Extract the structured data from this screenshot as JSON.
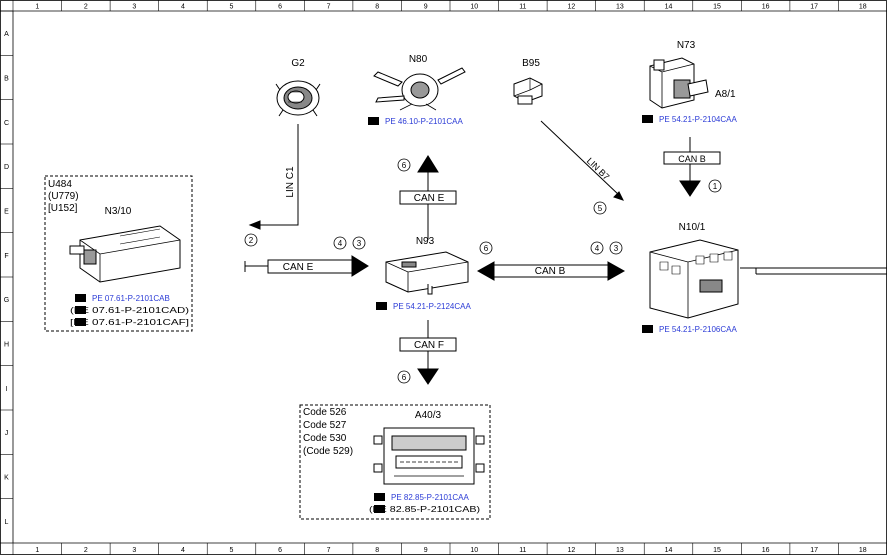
{
  "grid": {
    "cols": [
      "1",
      "2",
      "3",
      "4",
      "5",
      "6",
      "7",
      "8",
      "9",
      "10",
      "11",
      "12",
      "13",
      "14",
      "15",
      "16",
      "17",
      "18"
    ],
    "rows": [
      "A",
      "B",
      "C",
      "D",
      "E",
      "F",
      "G",
      "H",
      "I",
      "J",
      "K",
      "L"
    ]
  },
  "components": {
    "g2": {
      "label": "G2"
    },
    "n80": {
      "label": "N80",
      "ref": "PE 46.10-P-2101CAA"
    },
    "b95": {
      "label": "B95"
    },
    "n73": {
      "label": "N73",
      "sub": "A8/1",
      "ref": "PE 54.21-P-2104CAA"
    },
    "n3_10": {
      "label": "N3/10",
      "variants": [
        "U484",
        "(U779)",
        "[U152]"
      ],
      "refs": [
        "PE 07.61-P-2101CAB",
        "(PE 07.61-P-2101CAD)",
        "[PE 07.61-P-2101CAF]"
      ]
    },
    "n93": {
      "label": "N93",
      "ref": "PE 54.21-P-2124CAA"
    },
    "n10_1": {
      "label": "N10/1",
      "ref": "PE 54.21-P-2106CAA"
    },
    "a40_3": {
      "label": "A40/3",
      "codes": [
        "Code 526",
        "Code 527",
        "Code 530",
        "(Code 529)"
      ],
      "refs": [
        "PE 82.85-P-2101CAA",
        "(PE 82.85-P-2101CAB)"
      ]
    }
  },
  "connections": {
    "lin_c1": "LIN C1",
    "lin_b7": "LIN B7",
    "can_e_up": "CAN E",
    "can_e_left": "CAN E",
    "can_b_mid": "CAN B",
    "can_b_top": "CAN B",
    "can_f": "CAN F"
  },
  "markers": {
    "m1": "1",
    "m2": "2",
    "m3a": "3",
    "m4a": "4",
    "m3b": "3",
    "m4b": "4",
    "m5": "5",
    "m6a": "6",
    "m6b": "6",
    "m6c": "6"
  },
  "colors": {
    "ref_link": "#2b3bd6",
    "line": "#000000"
  }
}
